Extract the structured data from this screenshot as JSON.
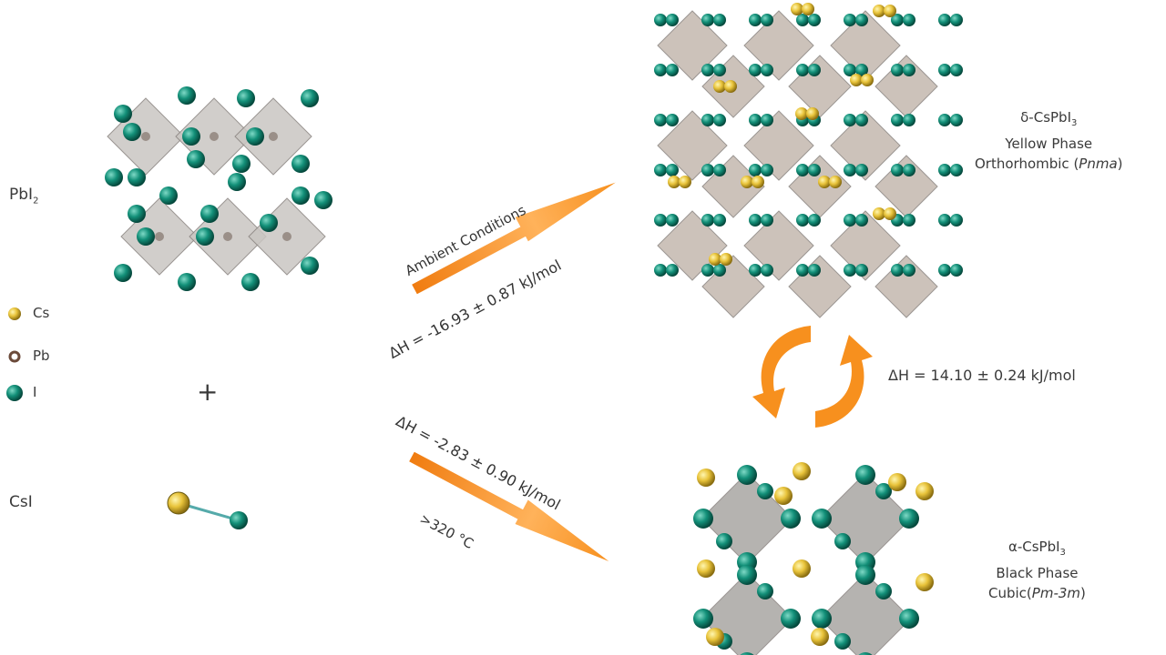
{
  "reactants": {
    "pbi2": {
      "label": "PbI",
      "sub": "2"
    },
    "plus": "+",
    "csi": {
      "label": "CsI"
    }
  },
  "legend": [
    {
      "label": "Cs",
      "color": "#e8c33a"
    },
    {
      "label": "Pb",
      "color": "#6b4a3a"
    },
    {
      "label": "I",
      "color": "#138a78"
    }
  ],
  "reactions": {
    "ambient": {
      "condition": "Ambient Conditions",
      "enthalpy": "ΔH = -16.93 ± 0.87 kJ/mol"
    },
    "heated": {
      "enthalpy": "ΔH = -2.83 ± 0.90 kJ/mol",
      "condition": ">320 °C"
    },
    "transition": {
      "enthalpy": "ΔH = 14.10 ± 0.24 kJ/mol"
    }
  },
  "products": {
    "delta": {
      "name": "δ-CsPbI",
      "sub": "3",
      "phase": "Yellow Phase",
      "structure": "Orthorhombic (",
      "group": "Pnma",
      "close": ")"
    },
    "alpha": {
      "name": "α-CsPbI",
      "sub": "3",
      "phase": "Black Phase",
      "structure": "Cubic(",
      "group": "Pm-3m",
      "close": ")"
    }
  },
  "colors": {
    "arrow": "#f7901e",
    "iodine": "#138a78",
    "cesium": "#e8c33a",
    "octahedron": "#b8b2ac"
  }
}
